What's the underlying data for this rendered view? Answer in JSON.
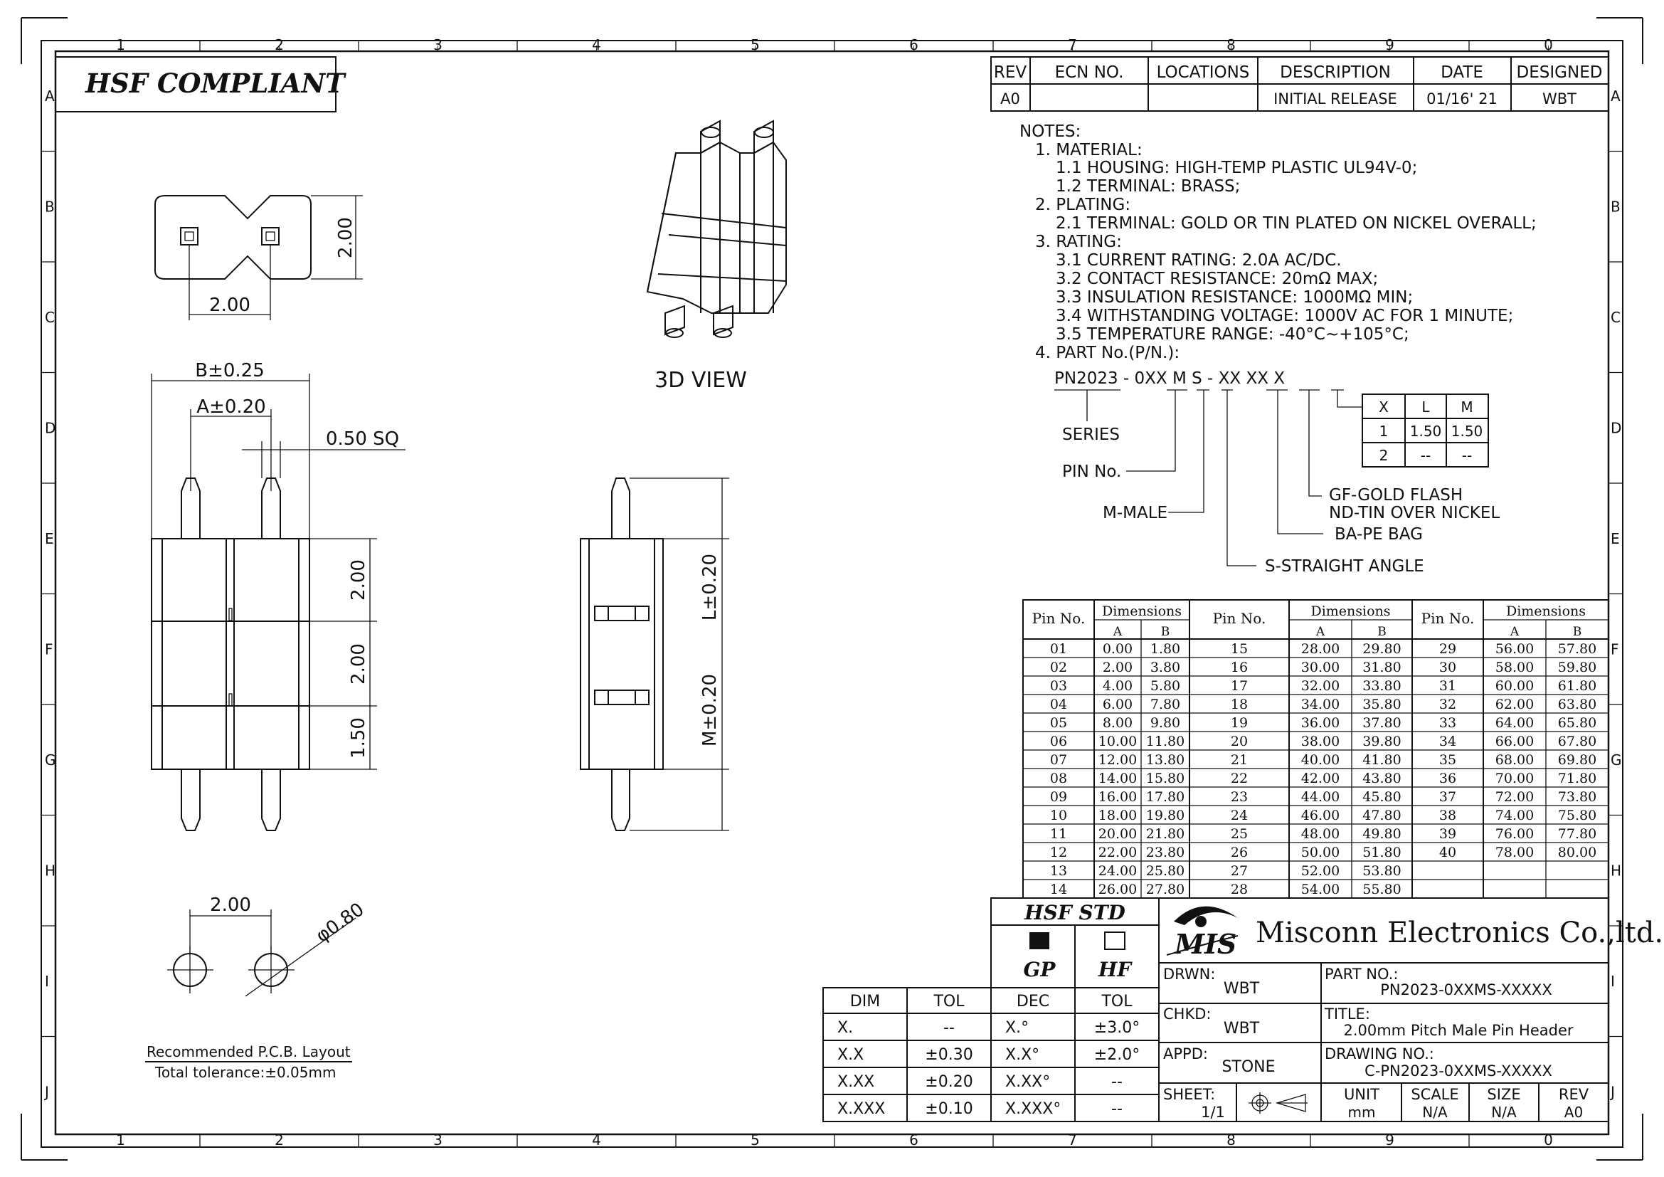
{
  "border": {
    "col_labels": [
      "1",
      "2",
      "3",
      "4",
      "5",
      "6",
      "7",
      "8",
      "9",
      "0"
    ],
    "row_labels": [
      "A",
      "B",
      "C",
      "D",
      "E",
      "F",
      "G",
      "H",
      "I",
      "J"
    ]
  },
  "compliance": {
    "label": "HSF COMPLIANT"
  },
  "revision": {
    "headers": [
      "REV",
      "ECN NO.",
      "LOCATIONS",
      "DESCRIPTION",
      "DATE",
      "DESIGNED"
    ],
    "row": [
      "A0",
      "",
      "",
      "INITIAL RELEASE",
      "01/16' 21",
      "WBT"
    ]
  },
  "notes": {
    "lines": [
      "NOTES:",
      "1. MATERIAL:",
      "1.1 HOUSING: HIGH-TEMP PLASTIC UL94V-0;",
      "1.2 TERMINAL: BRASS;",
      "2. PLATING:",
      "2.1 TERMINAL: GOLD OR TIN PLATED ON NICKEL OVERALL;",
      "3. RATING:",
      "3.1 CURRENT RATING: 2.0A AC/DC.",
      "3.2 CONTACT RESISTANCE: 20mΩ MAX;",
      "3.3 INSULATION RESISTANCE: 1000MΩ MIN;",
      "3.4 WITHSTANDING VOLTAGE: 1000V AC FOR 1 MINUTE;",
      "3.5 TEMPERATURE RANGE: -40°C~+105°C;",
      "4. PART No.(P/N.):"
    ]
  },
  "part_number": {
    "code": "PN2023 - 0XX M S - XX XX X",
    "series": "SERIES",
    "pin_no": "PIN No.",
    "male": "M-MALE",
    "straight": "S-STRAIGHT ANGLE",
    "bag": "BA-PE BAG",
    "gold": "GF-GOLD FLASH",
    "tin": "ND-TIN OVER NICKEL",
    "option_table": {
      "headers": [
        "X",
        "L",
        "M"
      ],
      "rows": [
        [
          "1",
          "1.50",
          "1.50"
        ],
        [
          "2",
          "--",
          "--"
        ]
      ]
    }
  },
  "views": {
    "three_d": "3D VIEW",
    "dim_top_w": "2.00",
    "dim_top_h": "2.00",
    "dim_b": "B±0.25",
    "dim_a": "A±0.20",
    "dim_sq": "0.50 SQ",
    "dim_h1": "2.00",
    "dim_h2": "2.00",
    "dim_h3": "1.50",
    "dim_l": "L±0.20",
    "dim_m": "M±0.20",
    "pcb_pitch": "2.00",
    "pcb_hole": "φ0.80",
    "pcb_label": "Recommended P.C.B. Layout",
    "pcb_tol": "Total tolerance:±0.05mm"
  },
  "dimension_table": {
    "pin_header": "Pin No.",
    "dim_header": "Dimensions",
    "a_header": "A",
    "b_header": "B",
    "rows": [
      [
        "01",
        "0.00",
        "1.80",
        "15",
        "28.00",
        "29.80",
        "29",
        "56.00",
        "57.80"
      ],
      [
        "02",
        "2.00",
        "3.80",
        "16",
        "30.00",
        "31.80",
        "30",
        "58.00",
        "59.80"
      ],
      [
        "03",
        "4.00",
        "5.80",
        "17",
        "32.00",
        "33.80",
        "31",
        "60.00",
        "61.80"
      ],
      [
        "04",
        "6.00",
        "7.80",
        "18",
        "34.00",
        "35.80",
        "32",
        "62.00",
        "63.80"
      ],
      [
        "05",
        "8.00",
        "9.80",
        "19",
        "36.00",
        "37.80",
        "33",
        "64.00",
        "65.80"
      ],
      [
        "06",
        "10.00",
        "11.80",
        "20",
        "38.00",
        "39.80",
        "34",
        "66.00",
        "67.80"
      ],
      [
        "07",
        "12.00",
        "13.80",
        "21",
        "40.00",
        "41.80",
        "35",
        "68.00",
        "69.80"
      ],
      [
        "08",
        "14.00",
        "15.80",
        "22",
        "42.00",
        "43.80",
        "36",
        "70.00",
        "71.80"
      ],
      [
        "09",
        "16.00",
        "17.80",
        "23",
        "44.00",
        "45.80",
        "37",
        "72.00",
        "73.80"
      ],
      [
        "10",
        "18.00",
        "19.80",
        "24",
        "46.00",
        "47.80",
        "38",
        "74.00",
        "75.80"
      ],
      [
        "11",
        "20.00",
        "21.80",
        "25",
        "48.00",
        "49.80",
        "39",
        "76.00",
        "77.80"
      ],
      [
        "12",
        "22.00",
        "23.80",
        "26",
        "50.00",
        "51.80",
        "40",
        "78.00",
        "80.00"
      ],
      [
        "13",
        "24.00",
        "25.80",
        "27",
        "52.00",
        "53.80",
        "",
        "",
        ""
      ],
      [
        "14",
        "26.00",
        "27.80",
        "28",
        "54.00",
        "55.80",
        "",
        "",
        ""
      ]
    ]
  },
  "hsf_std": {
    "title": "HSF STD",
    "gp": "GP",
    "hf": "HF"
  },
  "tolerance": {
    "headers": [
      "DIM",
      "TOL",
      "DEC",
      "TOL"
    ],
    "rows": [
      [
        "X.",
        "--",
        "X.°",
        "±3.0°"
      ],
      [
        "X.X",
        "±0.30",
        "X.X°",
        "±2.0°"
      ],
      [
        "X.XX",
        "±0.20",
        "X.XX°",
        "--"
      ],
      [
        "X.XXX",
        "±0.10",
        "X.XXX°",
        "--"
      ]
    ]
  },
  "title_block": {
    "logo": "MIS",
    "company": "Misconn Electronics Co.,ltd.",
    "drwn_label": "DRWN:",
    "drwn": "WBT",
    "chkd_label": "CHKD:",
    "chkd": "WBT",
    "appd_label": "APPD:",
    "appd": "STONE",
    "sheet_label": "SHEET:",
    "sheet": "1/1",
    "part_label": "PART NO.:",
    "part": "PN2023-0XXMS-XXXXX",
    "title_label": "TITLE:",
    "title": "2.00mm Pitch Male Pin Header",
    "drawing_label": "DRAWING NO.:",
    "drawing": "C-PN2023-0XXMS-XXXXX",
    "unit_label": "UNIT",
    "unit": "mm",
    "scale_label": "SCALE",
    "scale": "N/A",
    "size_label": "SIZE",
    "size": "N/A",
    "rev_label": "REV",
    "rev": "A0"
  }
}
